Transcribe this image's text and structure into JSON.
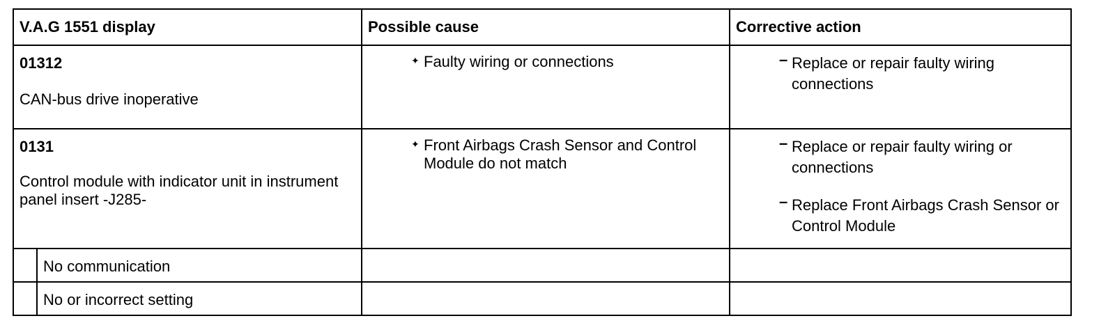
{
  "headers": {
    "display": "V.A.G 1551 display",
    "cause": "Possible cause",
    "action": "Corrective action"
  },
  "rows": [
    {
      "code": "01312",
      "description": "CAN-bus drive inoperative",
      "cause": "Faulty wiring or connections",
      "actions": [
        "Replace or repair faulty wiring connections"
      ]
    },
    {
      "code": "0131",
      "description": "Control module with indicator unit in instrument panel insert -J285-",
      "cause": "Front Airbags Crash Sensor and Control Module do not match",
      "actions": [
        "Replace or repair faulty wiring or connections",
        "Replace Front Airbags Crash Sensor or Control Module"
      ]
    }
  ],
  "subrows": [
    {
      "label": "No communication"
    },
    {
      "label": "No or incorrect setting"
    }
  ],
  "glyphs": {
    "bullet": "✦",
    "dash": "–"
  }
}
